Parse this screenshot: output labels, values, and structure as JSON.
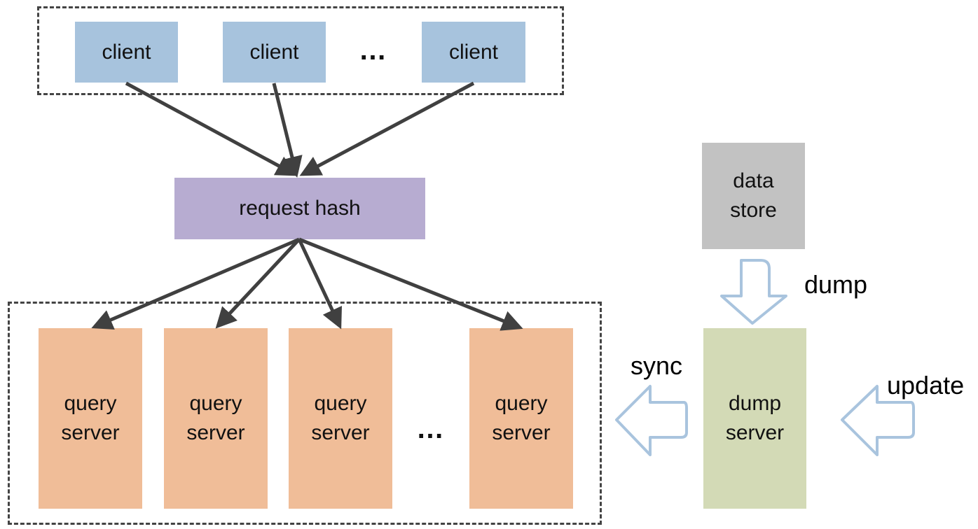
{
  "clients": {
    "items": [
      {
        "label": "client"
      },
      {
        "label": "client"
      },
      {
        "label": "client"
      }
    ],
    "ellipsis": "…"
  },
  "request_hash": {
    "label": "request hash"
  },
  "query_servers": {
    "items": [
      {
        "line1": "query",
        "line2": "server"
      },
      {
        "line1": "query",
        "line2": "server"
      },
      {
        "line1": "query",
        "line2": "server"
      },
      {
        "line1": "query",
        "line2": "server"
      }
    ],
    "ellipsis": "…"
  },
  "data_store": {
    "line1": "data",
    "line2": "store"
  },
  "dump_server": {
    "line1": "dump",
    "line2": "server"
  },
  "labels": {
    "dump": "dump",
    "sync": "sync",
    "update": "update"
  },
  "colors": {
    "client": "#a7c3dd",
    "request_hash": "#b7acd1",
    "query_server": "#f0bd98",
    "data_store": "#c2c2c2",
    "dump_server": "#d3dab6",
    "arrow": "#404040",
    "hollow_arrow": "#a9c4de"
  }
}
